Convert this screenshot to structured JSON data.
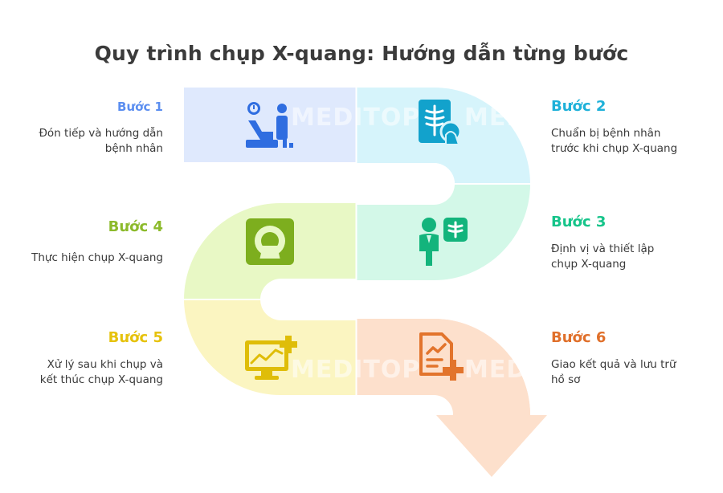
{
  "title": "Quy trình chụp X-quang: Hướng dẫn từng bước",
  "watermark": "MEDITOP",
  "steps": [
    {
      "label": "Bước 1",
      "desc_line1": "Đón tiếp và hướng dẫn",
      "desc_line2": "bệnh nhân",
      "color": "#5b8ef0",
      "fill": "#dfe9fd",
      "icon": "doctor-patient-consultation-icon",
      "icon_color": "#2f6de0"
    },
    {
      "label": "Bước 2",
      "desc_line1": "Chuẩn bị bệnh nhân",
      "desc_line2": "trước khi chụp X-quang",
      "color": "#1fb1d9",
      "fill": "#d6f4fb",
      "icon": "xray-scan-hand-icon",
      "icon_color": "#12a2cc"
    },
    {
      "label": "Bước 3",
      "desc_line1": "Định vị và thiết lập",
      "desc_line2": "chụp X-quang",
      "color": "#16c48a",
      "fill": "#d3f8e8",
      "icon": "doctor-xray-viewer-icon",
      "icon_color": "#13b47c"
    },
    {
      "label": "Bước 4",
      "desc_line1": "Thực hiện chụp X-quang",
      "desc_line2": "",
      "color": "#8cba2b",
      "fill": "#e8f8c5",
      "icon": "xray-machine-icon",
      "icon_color": "#7dae1e"
    },
    {
      "label": "Bước 5",
      "desc_line1": "Xử lý sau khi chụp và",
      "desc_line2": "kết thúc chụp X-quang",
      "color": "#e6c20c",
      "fill": "#fbf5c1",
      "icon": "monitor-chart-add-icon",
      "icon_color": "#dfbd08"
    },
    {
      "label": "Bước 6",
      "desc_line1": "Giao kết quả và lưu trữ",
      "desc_line2": "hồ sơ",
      "color": "#e0702b",
      "fill": "#fde0cc",
      "icon": "document-add-icon",
      "icon_color": "#e2742c"
    }
  ]
}
